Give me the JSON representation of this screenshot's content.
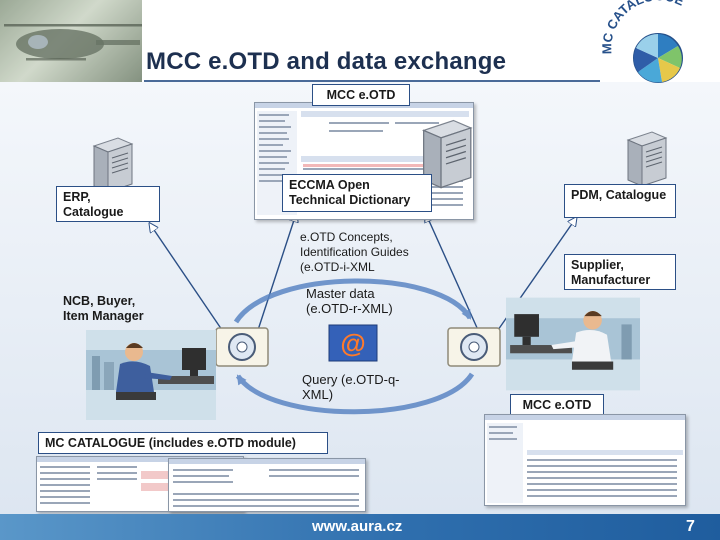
{
  "title": "MCC e.OTD and data exchange",
  "logo": {
    "text": "MC CATALOGUE"
  },
  "labels": {
    "top_system": "MCC e.OTD",
    "eccma": "ECCMA Open Technical Dictionary",
    "erp": "ERP, Catalogue",
    "pdm": "PDM, Catalogue",
    "ncb": "NCB, Buyer, Item Manager",
    "supplier": "Supplier, Manufacturer",
    "right_system": "MCC e.OTD",
    "mc_catalogue": "MC CATALOGUE (includes e.OTD module)"
  },
  "flows": {
    "concepts": "e.OTD Concepts, Identification Guides (e.OTD-i-XML",
    "master_data": "Master data (e.OTD-r-XML)",
    "query": "Query (e.OTD-q-XML)"
  },
  "footer": {
    "url": "www.aura.cz",
    "page": "7"
  },
  "colors": {
    "accent": "#2b4f86",
    "footer": "#2f6fae",
    "cycle_arrow": "#5b86c4"
  },
  "icons": [
    "server-icon",
    "person-at-computer-icon",
    "disc-drive-icon",
    "email-at-icon",
    "application-screenshot"
  ]
}
